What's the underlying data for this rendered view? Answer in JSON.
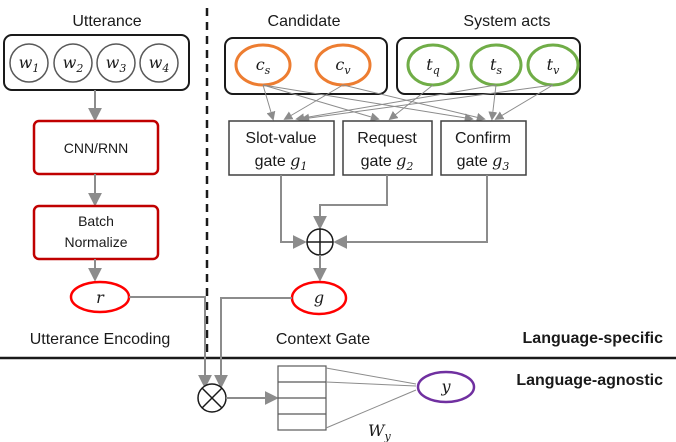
{
  "utterance": {
    "title": "Utterance",
    "words": [
      {
        "base": "w",
        "sub": "1"
      },
      {
        "base": "w",
        "sub": "2"
      },
      {
        "base": "w",
        "sub": "3"
      },
      {
        "base": "w",
        "sub": "4"
      }
    ],
    "encoder_label": "CNN/RNN",
    "batchnorm_line1": "Batch",
    "batchnorm_line2": "Normalize",
    "output": {
      "base": "r",
      "sub": ""
    },
    "section_label": "Utterance Encoding"
  },
  "candidate": {
    "title": "Candidate",
    "nodes": [
      {
        "base": "c",
        "sub": "s"
      },
      {
        "base": "c",
        "sub": "v"
      }
    ]
  },
  "system_acts": {
    "title": "System acts",
    "nodes": [
      {
        "base": "t",
        "sub": "q"
      },
      {
        "base": "t",
        "sub": "s"
      },
      {
        "base": "t",
        "sub": "v"
      }
    ]
  },
  "gates": [
    {
      "line1": "Slot-value",
      "line2": "gate",
      "var": "g",
      "sub": "1"
    },
    {
      "line1": "Request",
      "line2": "gate",
      "var": "g",
      "sub": "2"
    },
    {
      "line1": "Confirm",
      "line2": "gate",
      "var": "g",
      "sub": "3"
    }
  ],
  "sum_symbol": "⊕",
  "multiply_symbol": "⊗",
  "gate_output": {
    "base": "g",
    "sub": ""
  },
  "context_label": "Context Gate",
  "language_specific_label": "Language-specific",
  "language_agnostic_label": "Language-agnostic",
  "output": {
    "base": "y",
    "sub": ""
  },
  "weight": {
    "base": "W",
    "sub": "y"
  },
  "colors": {
    "encoder_box": "#c00000",
    "output_node": "#ff0000",
    "candidate_node": "#ed7d31",
    "act_node": "#70ad47",
    "final_node": "#7030a0",
    "arrow": "#8c8c8c"
  }
}
